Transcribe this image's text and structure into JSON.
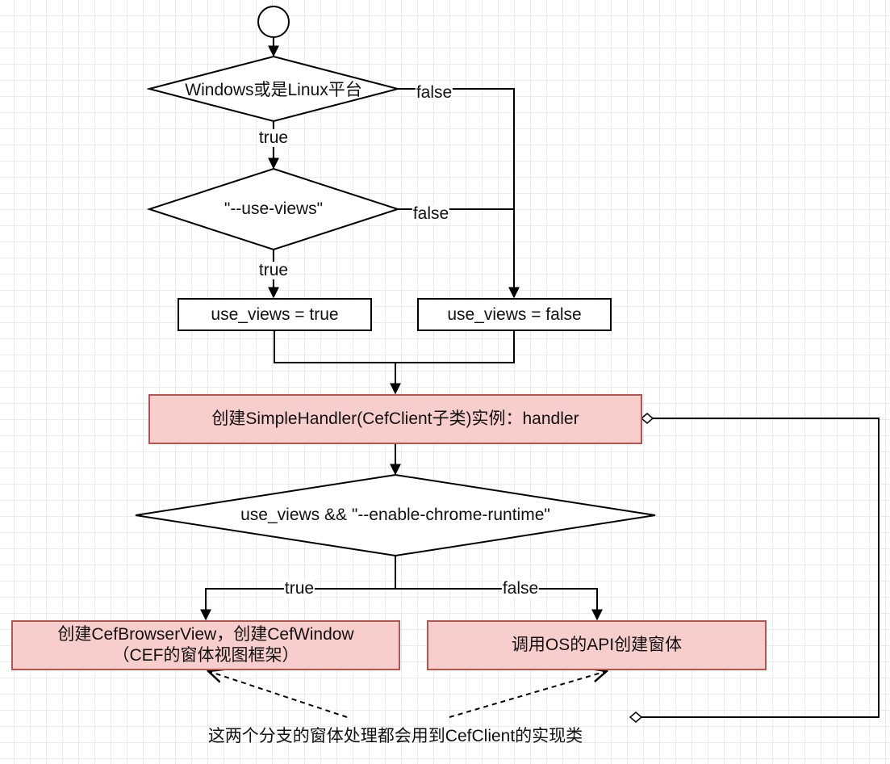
{
  "decisions": {
    "platform": "Windows或是Linux平台",
    "use_views_flag": "\"--use-views\"",
    "chrome_runtime": "use_views && \"--enable-chrome-runtime\""
  },
  "processes": {
    "views_true": "use_views = true",
    "views_false": "use_views = false",
    "create_handler": "创建SimpleHandler(CefClient子类)实例：handler",
    "cef_browser_line1": "创建CefBrowserView，创建CefWindow",
    "cef_browser_line2": "（CEF的窗体视图框架）",
    "os_api": "调用OS的API创建窗体"
  },
  "edge_labels": {
    "platform_false": "false",
    "platform_true": "true",
    "flag_false": "false",
    "flag_true": "true",
    "runtime_true": "true",
    "runtime_false": "false"
  },
  "note": "这两个分支的窗体处理都会用到CefClient的实现类",
  "colors": {
    "highlight_fill": "#f8cecc",
    "highlight_stroke": "#b85450",
    "line": "#000000"
  }
}
